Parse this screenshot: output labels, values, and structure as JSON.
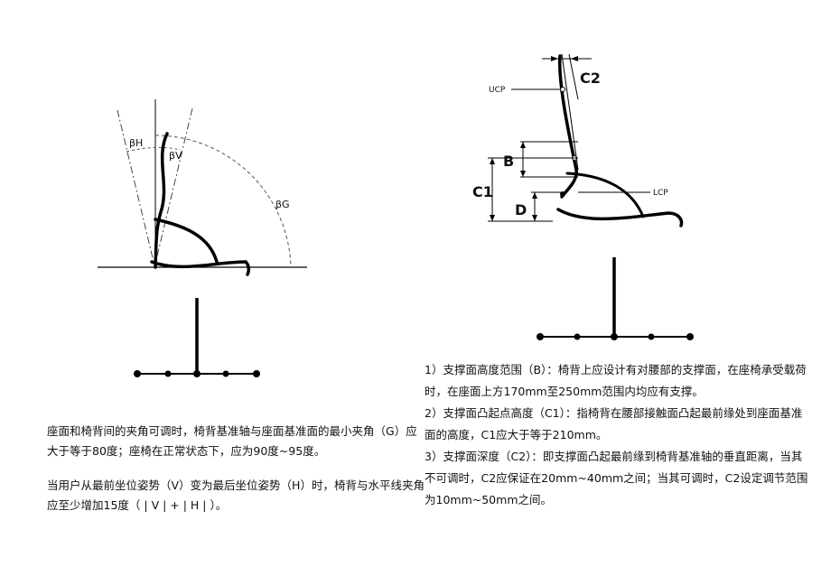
{
  "left_figure": {
    "angle_labels": {
      "beta_h": "βH",
      "beta_v": "βV",
      "beta_g": "βG"
    }
  },
  "right_figure": {
    "labels": {
      "ucp": "UCP",
      "lcp": "LCP",
      "b": "B",
      "c1": "C1",
      "c2": "C2",
      "d": "D"
    }
  },
  "left_notes": [
    "座面和椅背间的夹角可调时，椅背基准轴与座面基准面的最小夹角（G）应大于等于80度；座椅在正常状态下，应为90度~95度。",
    "当用户从最前坐位姿势（V）变为最后坐位姿势（H）时，椅背与水平线夹角应至少增加15度（ | V | + | H | ）。"
  ],
  "right_notes": [
    "1）支撑面高度范围（B）：椅背上应设计有对腰部的支撑面，在座椅承受载荷时，在座面上方170mm至250mm范围内均应有支撑。",
    "2）支撑面凸起点高度（C1）：指椅背在腰部接触面凸起最前缘处到座面基准面的高度，C1应大于等于210mm。",
    "3）支撑面深度（C2）：即支撑面凸起最前缘到椅背基准轴的垂直距离，当其不可调时，C2应保证在20mm~40mm之间；当其可调时，C2设定调节范围为10mm~50mm之间。"
  ],
  "colors": {
    "line": "#000000",
    "dashed": "#555555"
  }
}
